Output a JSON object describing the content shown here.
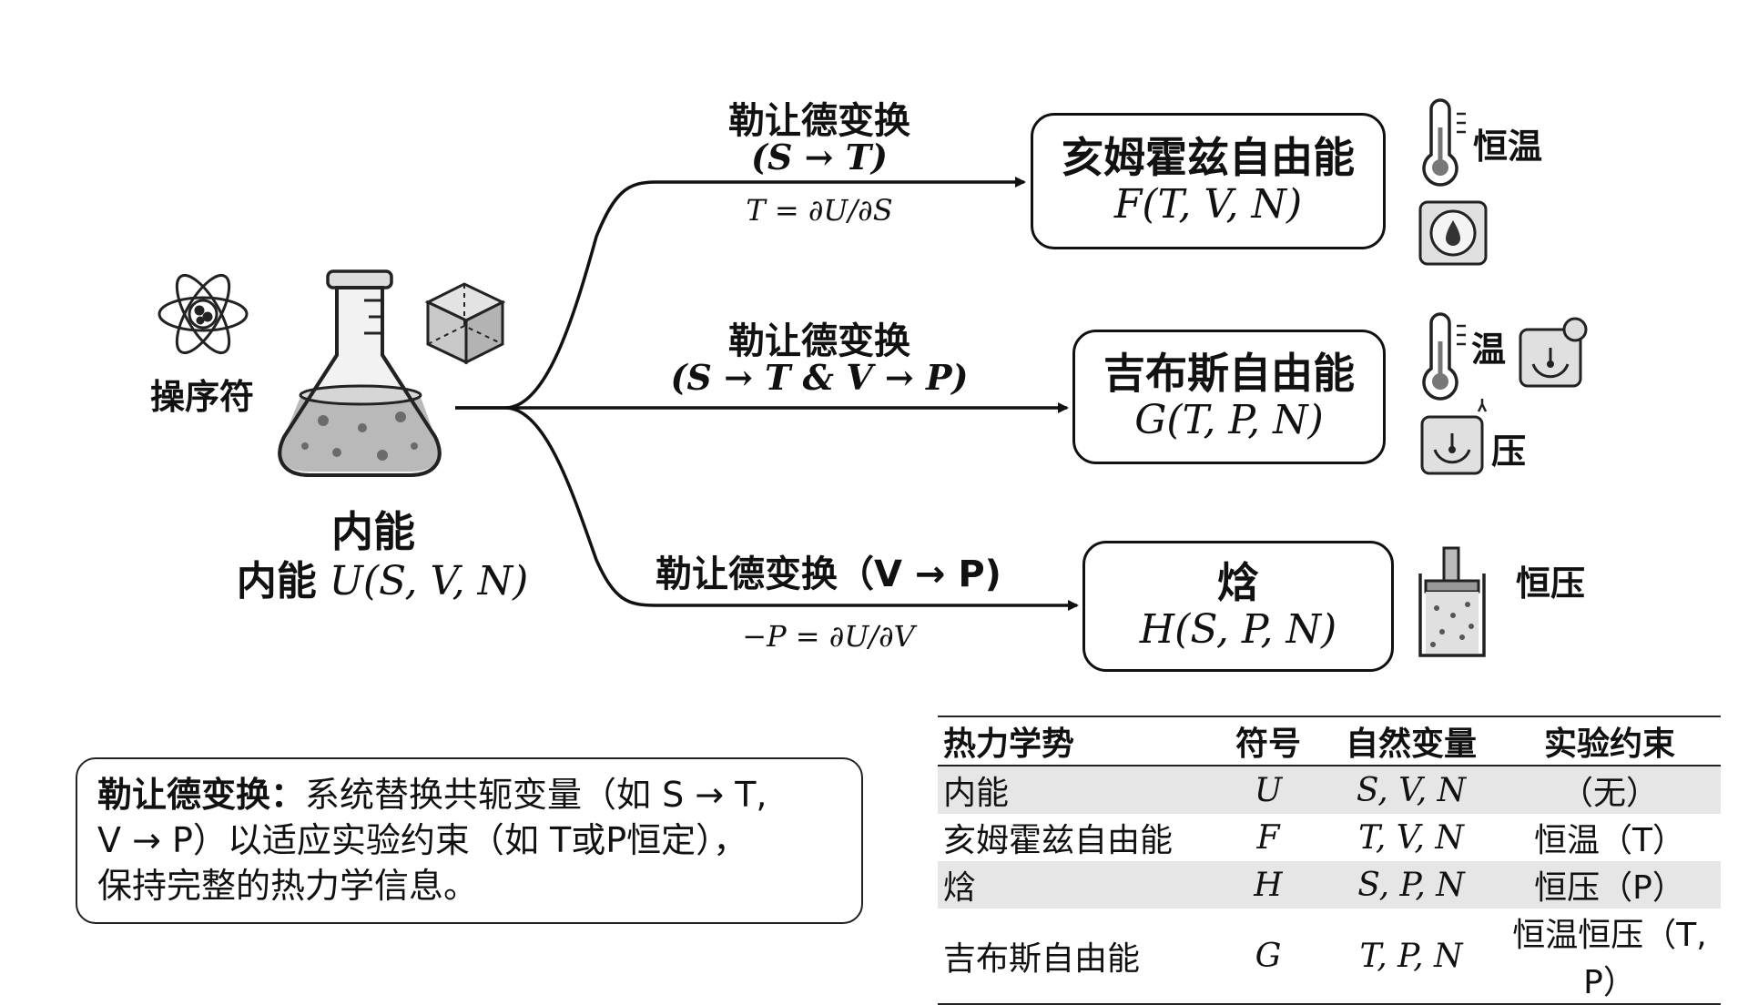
{
  "source": {
    "operator_label": "操序符",
    "title": "内能",
    "sub_prefix": "内能",
    "sub_func": "U(S, V, N)"
  },
  "branches": [
    {
      "title": "勒让德变换",
      "vars": "(S → T)",
      "eq": "T = ∂U/∂S"
    },
    {
      "title": "勒让德变换",
      "vars": "(S → T & V → P)",
      "eq": ""
    },
    {
      "title": "勒让德变换（V → P)",
      "vars": "",
      "eq": "−P = ∂U/∂V"
    }
  ],
  "targets": [
    {
      "name": "亥姆霍兹自由能",
      "func": "F(T, V, N)"
    },
    {
      "name": "吉布斯自由能",
      "func": "G(T, P, N)"
    },
    {
      "name": "焓",
      "func": "H(S, P, N)"
    }
  ],
  "icon_labels": {
    "helmholtz_temp": "恒温",
    "gibbs_temp": "温",
    "gibbs_pressure": "压",
    "enthalpy_pressure": "恒压"
  },
  "summary": {
    "bold": "勒让德变换：",
    "line1": "系统替换共轭变量（如 S → T,",
    "line2": "V → P）以适应实验约束（如 T或P恒定），",
    "line3": "保持完整的热力学信息。"
  },
  "table": {
    "headers": [
      "热力学势",
      "符号",
      "自然变量",
      "实验约束"
    ],
    "rows": [
      [
        "内能",
        "U",
        "S, V, N",
        "（无）"
      ],
      [
        "亥姆霍兹自由能",
        "F",
        "T, V, N",
        "恒温（T）"
      ],
      [
        "焓",
        "H",
        "S, P, N",
        "恒压（P）"
      ],
      [
        "吉布斯自由能",
        "G",
        "T, P, N",
        "恒温恒压（T, P）"
      ]
    ]
  }
}
